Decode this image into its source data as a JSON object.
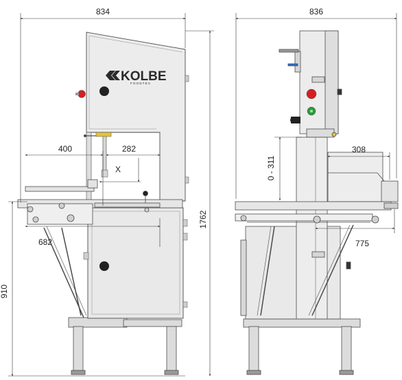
{
  "brand": {
    "name": "KOLBE",
    "subtitle": "FOODTEC"
  },
  "front_view": {
    "width": "834",
    "throat_left": "400",
    "throat_right": "282",
    "cut_height_label": "X",
    "table_extension": "682",
    "table_height": "910",
    "total_height": "1762"
  },
  "side_view": {
    "width": "836",
    "cut_height_range": "0 - 311",
    "cut_width": "308",
    "table_depth": "775"
  },
  "colors": {
    "steel_light": "#e9e9e9",
    "steel_mid": "#d6d6d6",
    "outline": "#4a4a4a",
    "stop_button": "#d42020",
    "start_button": "#2e9a3a",
    "knob": "#222222",
    "blade_guide": "#e4c23a"
  }
}
